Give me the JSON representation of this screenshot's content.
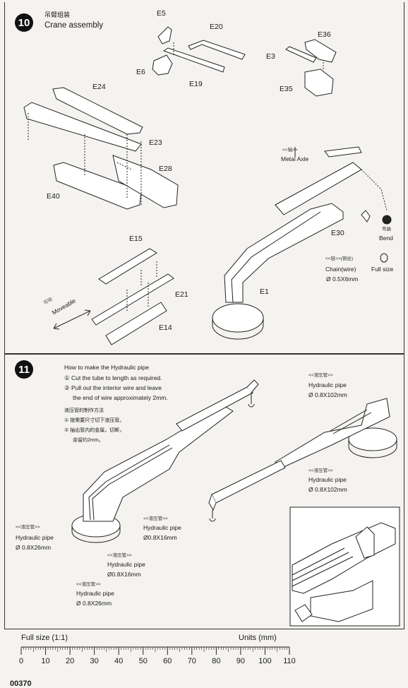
{
  "step10": {
    "number": "10",
    "title_cn": "吊臂组装",
    "title_en": "Crane assembly",
    "parts": {
      "e5": "E5",
      "e20": "E20",
      "e6": "E6",
      "e19": "E19",
      "e36": "E36",
      "e3": "E3",
      "e35": "E35",
      "e24": "E24",
      "e23": "E23",
      "e28": "E28",
      "e40": "E40",
      "e15": "E15",
      "e21": "E21",
      "e14": "E14",
      "e30": "E30",
      "e1": "E1"
    },
    "metal_axle_cn": "<<轴>>",
    "metal_axle": "Metal Axle",
    "bend_cn": "弯曲",
    "bend": "Bend",
    "chain_cn": "<<链>>(铜丝)",
    "chain": "Chain(wire)",
    "chain_size": "Ø 0.5X6mm",
    "full_size": "Full size",
    "moveable_cn": "可动",
    "moveable": "Moveable"
  },
  "step11": {
    "number": "11",
    "instructions_title": "How to make the Hydraulic pipe",
    "instruction_1": "Cut the tube to length as required.",
    "instruction_2a": "Pull out the interior wire and leave",
    "instruction_2b": "the end of wire approximately 2mm.",
    "instructions_title_cn": "液压管的制作方法",
    "instruction_1_cn": "按需要尺寸切下液压管。",
    "instruction_2a_cn": "抽出管内的金属，切断，",
    "instruction_2b_cn": "余留约2mm。",
    "pipe_cn": "<<液压管>>",
    "pipe": "Hydraulic pipe",
    "size_102": "Ø 0.8X102mm",
    "size_102b": "Ø 0.8X102mm",
    "size_26": "Ø 0.8X26mm",
    "size_16": "Ø0.8X16mm",
    "size_16b": "Ø0.8X16mm",
    "size_26b": "Ø 0.8X26mm"
  },
  "scale": {
    "full_size": "Full size",
    "ratio": "(1:1)",
    "units": "Units",
    "units_mm": "(mm)",
    "ticks": [
      "0",
      "10",
      "20",
      "30",
      "40",
      "50",
      "60",
      "70",
      "80",
      "90",
      "100",
      "110"
    ]
  },
  "footer": {
    "code": "00370"
  }
}
